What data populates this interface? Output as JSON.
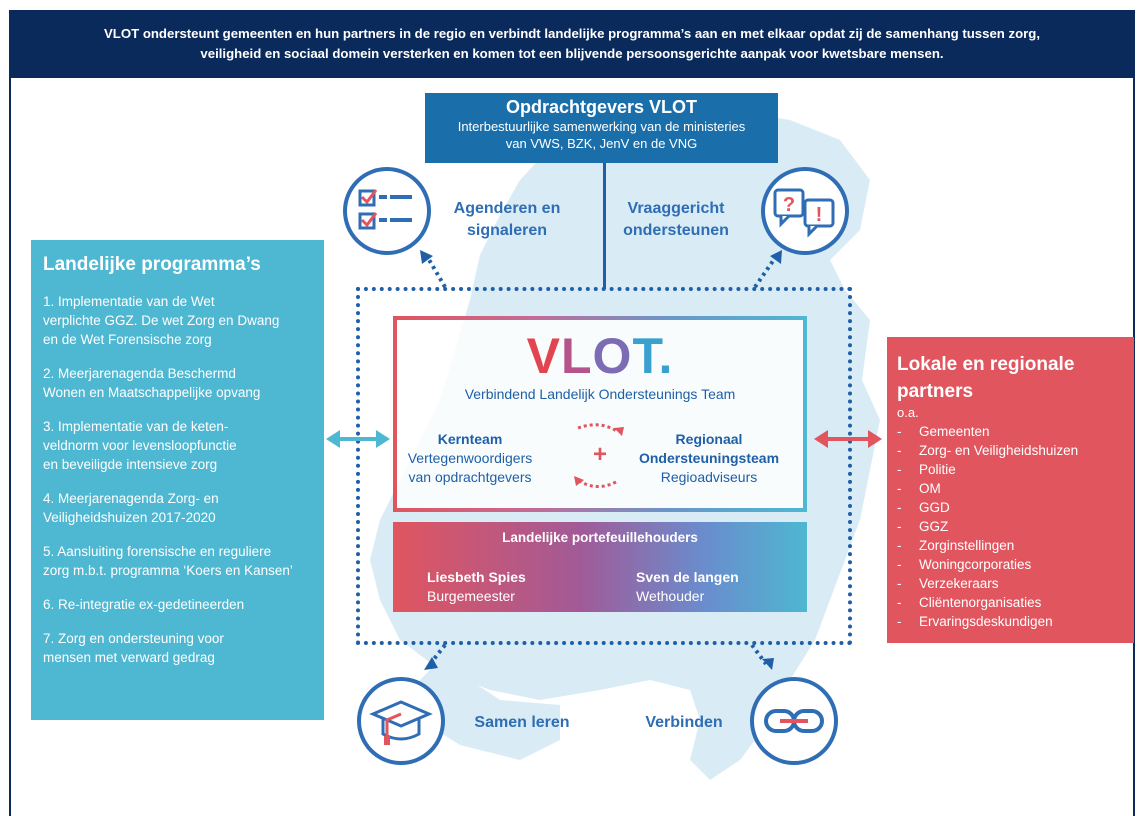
{
  "banner": {
    "line1": "VLOT ondersteunt gemeenten en hun partners in de regio en verbindt landelijke programma’s aan en met elkaar opdat zij de samenhang tussen zorg,",
    "line2": "veiligheid en sociaal domein versterken en komen tot een blijvende persoonsgerichte aanpak voor kwetsbare mensen."
  },
  "opdrachtgevers": {
    "title": "Opdrachtgevers VLOT",
    "line1": "Interbestuurlijke samenwerking van de ministeries",
    "line2": "van VWS, BZK, JenV en de VNG"
  },
  "activities": {
    "agenderen": [
      "Agenderen en",
      "signaleren"
    ],
    "vraaggericht": [
      "Vraaggericht",
      "ondersteunen"
    ],
    "samen_leren": "Samen leren",
    "verbinden": "Verbinden"
  },
  "landelijk": {
    "title": "Landelijke programma’s",
    "items": [
      [
        "1. Implementatie van de Wet",
        "verplichte GGZ. De wet Zorg en Dwang",
        "en de Wet Forensische zorg"
      ],
      [
        "2. Meerjarenagenda Beschermd",
        "Wonen en Maatschappelijke opvang"
      ],
      [
        "3. Implementatie van de keten-",
        "veldnorm voor levensloopfunctie",
        "en beveiligde intensieve zorg"
      ],
      [
        "4. Meerjarenagenda Zorg- en",
        "Veiligheidshuizen 2017-2020"
      ],
      [
        "5. Aansluiting forensische en reguliere",
        "zorg m.b.t. programma ‘Koers en Kansen’"
      ],
      [
        "6. Re-integratie ex-gedetineerden"
      ],
      [
        "7. Zorg en ondersteuning voor",
        "mensen met verward gedrag"
      ]
    ]
  },
  "lokaal": {
    "title1": "Lokale en regionale",
    "title2": "partners",
    "oa": "o.a.",
    "dash": "-",
    "partners": [
      "Gemeenten",
      "Zorg- en Veiligheidshuizen",
      "Politie",
      "OM",
      "GGD",
      "GGZ",
      "Zorginstellingen",
      "Woningcorporaties",
      "Verzekeraars",
      "Cliëntenorganisaties",
      "Ervaringsdeskundigen"
    ]
  },
  "vlot": {
    "logo": [
      "V",
      "L",
      "O",
      "T",
      "."
    ],
    "subtitle": "Verbindend Landelijk Ondersteunings Team",
    "kernteam": {
      "title": "Kernteam",
      "line1": "Vertegenwoordigers",
      "line2": "van opdrachtgevers"
    },
    "plus": "+",
    "regionaal": {
      "title1": "Regionaal",
      "title2": "Ondersteuningsteam",
      "line1": "Regioadviseurs"
    }
  },
  "portefeuille": {
    "title": "Landelijke portefeuillehouders",
    "people": [
      {
        "name": "Liesbeth Spies",
        "role": "Burgemeester"
      },
      {
        "name": "Sven de langen",
        "role": "Wethouder"
      }
    ]
  },
  "icons": {
    "question": "?",
    "exclaim": "!"
  },
  "colors": {
    "navy": "#0b2a5c",
    "blue": "#1a6fab",
    "light_blue": "#4eb7d1",
    "red": "#e1555f",
    "map": "#d8ebf4"
  }
}
